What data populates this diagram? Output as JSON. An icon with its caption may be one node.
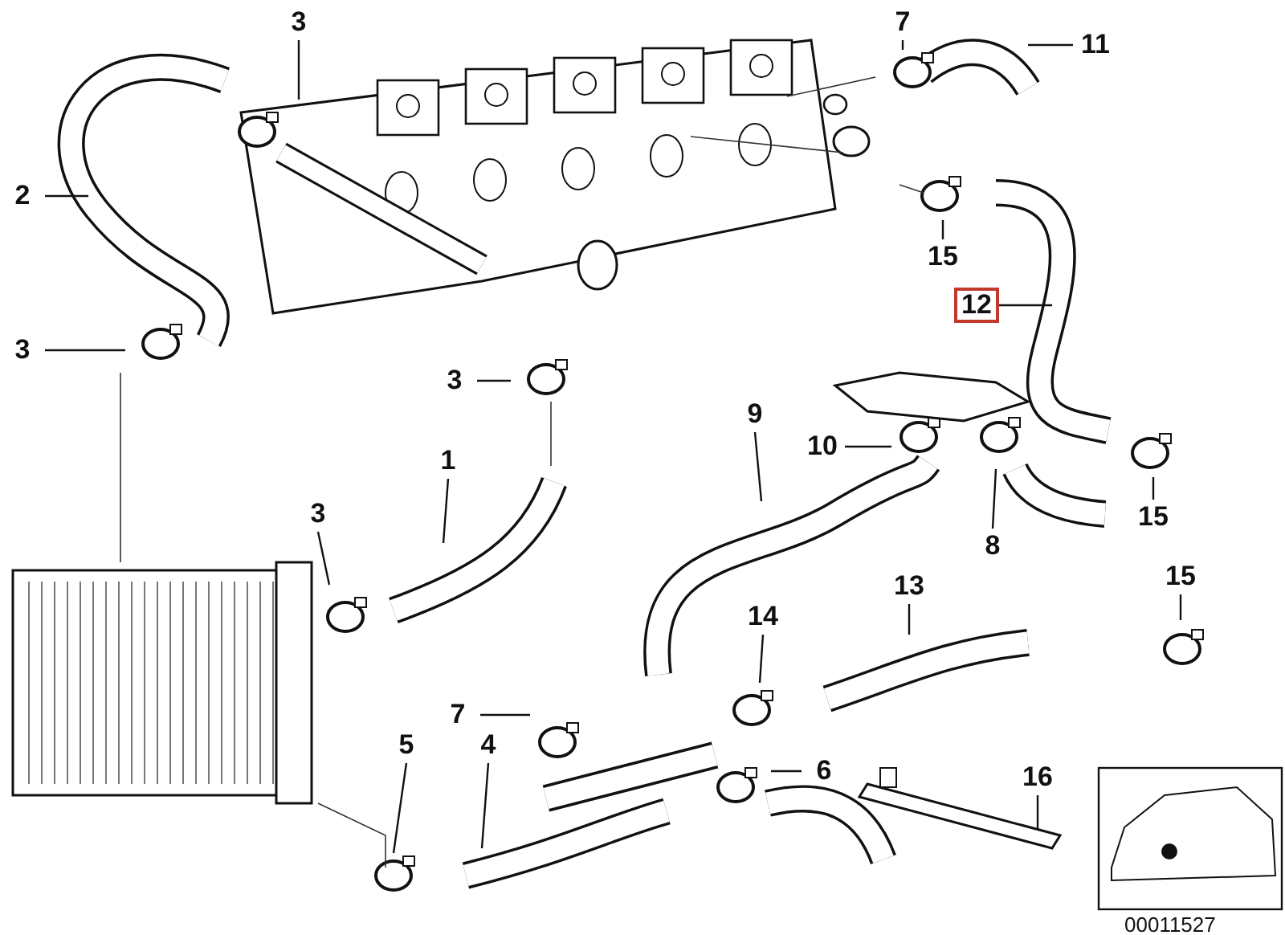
{
  "diagram": {
    "nodes": [
      {
        "text": [
          "3"
        ]
      },
      {
        "text": [
          "7"
        ]
      },
      {
        "text": [
          "11"
        ]
      },
      {
        "text": [
          "2"
        ]
      },
      {
        "text": [
          "15"
        ]
      },
      {
        "text": [
          "12"
        ]
      },
      {
        "text": [
          "3"
        ]
      },
      {
        "text": [
          "3"
        ]
      },
      {
        "text": [
          "10"
        ]
      },
      {
        "text": [
          "9"
        ]
      },
      {
        "text": [
          "1"
        ]
      },
      {
        "text": [
          "3"
        ]
      },
      {
        "text": [
          "15"
        ]
      },
      {
        "text": [
          "8"
        ]
      },
      {
        "text": [
          "13"
        ]
      },
      {
        "text": [
          "15"
        ]
      },
      {
        "text": [
          "14"
        ]
      },
      {
        "text": [
          "7"
        ]
      },
      {
        "text": [
          "5"
        ]
      },
      {
        "text": [
          "4"
        ]
      },
      {
        "text": [
          "6"
        ]
      },
      {
        "text": [
          "16"
        ]
      }
    ],
    "edges": [
      {
        "from": 0,
        "to": null,
        "arrow": "none"
      },
      {
        "from": 1,
        "to": null,
        "arrow": "none"
      },
      {
        "from": 2,
        "to": null,
        "arrow": "none"
      },
      {
        "from": 3,
        "to": null,
        "arrow": "none"
      },
      {
        "from": 4,
        "to": null,
        "arrow": "none"
      },
      {
        "from": 5,
        "to": null,
        "arrow": "none"
      },
      {
        "from": 6,
        "to": null,
        "arrow": "none"
      },
      {
        "from": 7,
        "to": null,
        "arrow": "none"
      },
      {
        "from": 8,
        "to": null,
        "arrow": "none"
      },
      {
        "from": 9,
        "to": null,
        "arrow": "none"
      },
      {
        "from": 10,
        "to": null,
        "arrow": "none"
      },
      {
        "from": 11,
        "to": null,
        "arrow": "none"
      },
      {
        "from": 12,
        "to": null,
        "arrow": "none"
      },
      {
        "from": 13,
        "to": null,
        "arrow": "none"
      },
      {
        "from": 14,
        "to": null,
        "arrow": "none"
      },
      {
        "from": 15,
        "to": null,
        "arrow": "none"
      },
      {
        "from": 16,
        "to": null,
        "arrow": "none"
      },
      {
        "from": 17,
        "to": null,
        "arrow": "none"
      },
      {
        "from": 18,
        "to": null,
        "arrow": "none"
      },
      {
        "from": 19,
        "to": null,
        "arrow": "none"
      },
      {
        "from": 20,
        "to": null,
        "arrow": "none"
      },
      {
        "from": 21,
        "to": null,
        "arrow": "none"
      }
    ],
    "labels": [
      "00011527"
    ]
  }
}
